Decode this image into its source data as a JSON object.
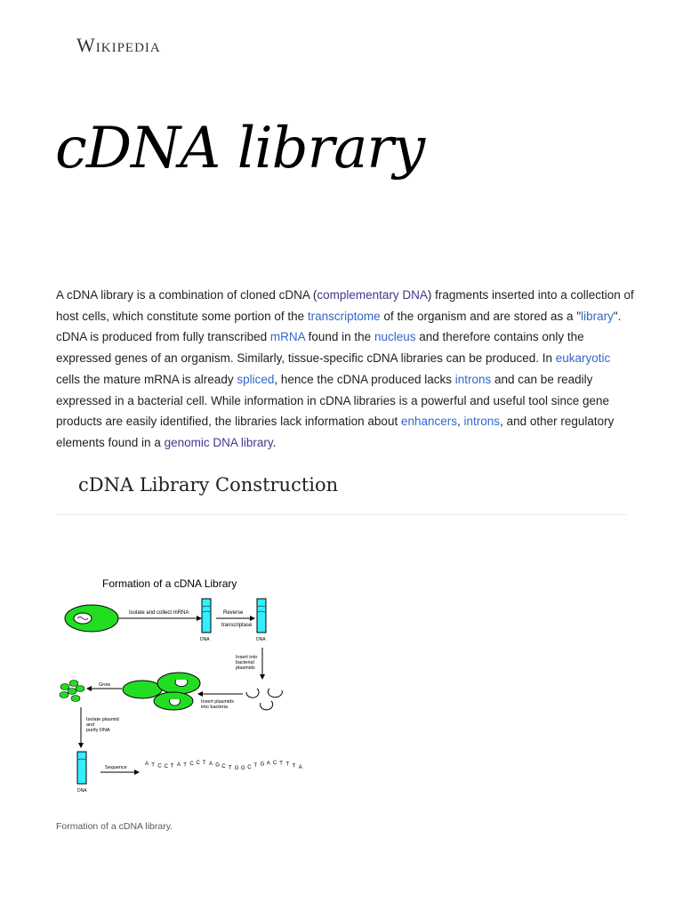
{
  "site": {
    "wordmark": "Wikipedia"
  },
  "article": {
    "title": "cDNA library",
    "intro": [
      {
        "t": "A cDNA library is a combination of cloned cDNA ("
      },
      {
        "t": "complementary DNA",
        "link": true,
        "visited": true
      },
      {
        "t": ") fragments inserted into a collection of host cells,  which constitute some portion of the "
      },
      {
        "t": "transcriptome",
        "link": true
      },
      {
        "t": " of the organism and are stored as a \""
      },
      {
        "t": "library",
        "link": true
      },
      {
        "t": "\". cDNA is produced from fully transcribed "
      },
      {
        "t": "mRNA",
        "link": true
      },
      {
        "t": " found in the "
      },
      {
        "t": "nucleus",
        "link": true
      },
      {
        "t": " and therefore contains only the expressed genes of an organism.  Similarly,  tissue-specific cDNA libraries can be produced.  In "
      },
      {
        "t": "eukaryotic",
        "link": true
      },
      {
        "t": " cells the mature mRNA is already "
      },
      {
        "t": "spliced",
        "link": true
      },
      {
        "t": ",  hence the cDNA produced lacks "
      },
      {
        "t": "introns",
        "link": true
      },
      {
        "t": " and can be readily expressed in a bacterial cell.  While information in cDNA libraries is a powerful and useful tool since gene products are easily identified,  the libraries lack information about "
      },
      {
        "t": "enhancers",
        "link": true
      },
      {
        "t": ",  "
      },
      {
        "t": "introns",
        "link": true
      },
      {
        "t": ",  and other regulatory elements found in a "
      },
      {
        "t": "genomic DNA library",
        "link": true,
        "visited": true
      },
      {
        "t": "."
      }
    ],
    "section_heading": "cDNA Library Construction",
    "figure": {
      "title": "Formation of a cDNA Library",
      "step_isolate": "Isolate and collect mRNA",
      "step_reverse_1": "Reverse",
      "step_reverse_2": "transcriptase",
      "tube_label_1": "DNA",
      "tube_label_2": "DNA",
      "step_insert_1": "Insert into",
      "step_insert_2": "bacterial",
      "step_insert_3": "plasmids",
      "step_grow": "Grow",
      "step_plasmids_1": "Insert plasmids",
      "step_plasmids_2": "into bacteria",
      "step_purify_1": "Isolate plasmid",
      "step_purify_2": "and",
      "step_purify_3": "purify DNA",
      "step_sequence": "Sequence",
      "tube_label_3": "DNA",
      "sequence_text": "ATCCTATCCTAGCTGGCTGACTTTA",
      "caption": "Formation of a cDNA library.",
      "colors": {
        "cell": "#22dd22",
        "tube": "#33eeff",
        "outline": "#000000"
      }
    }
  }
}
